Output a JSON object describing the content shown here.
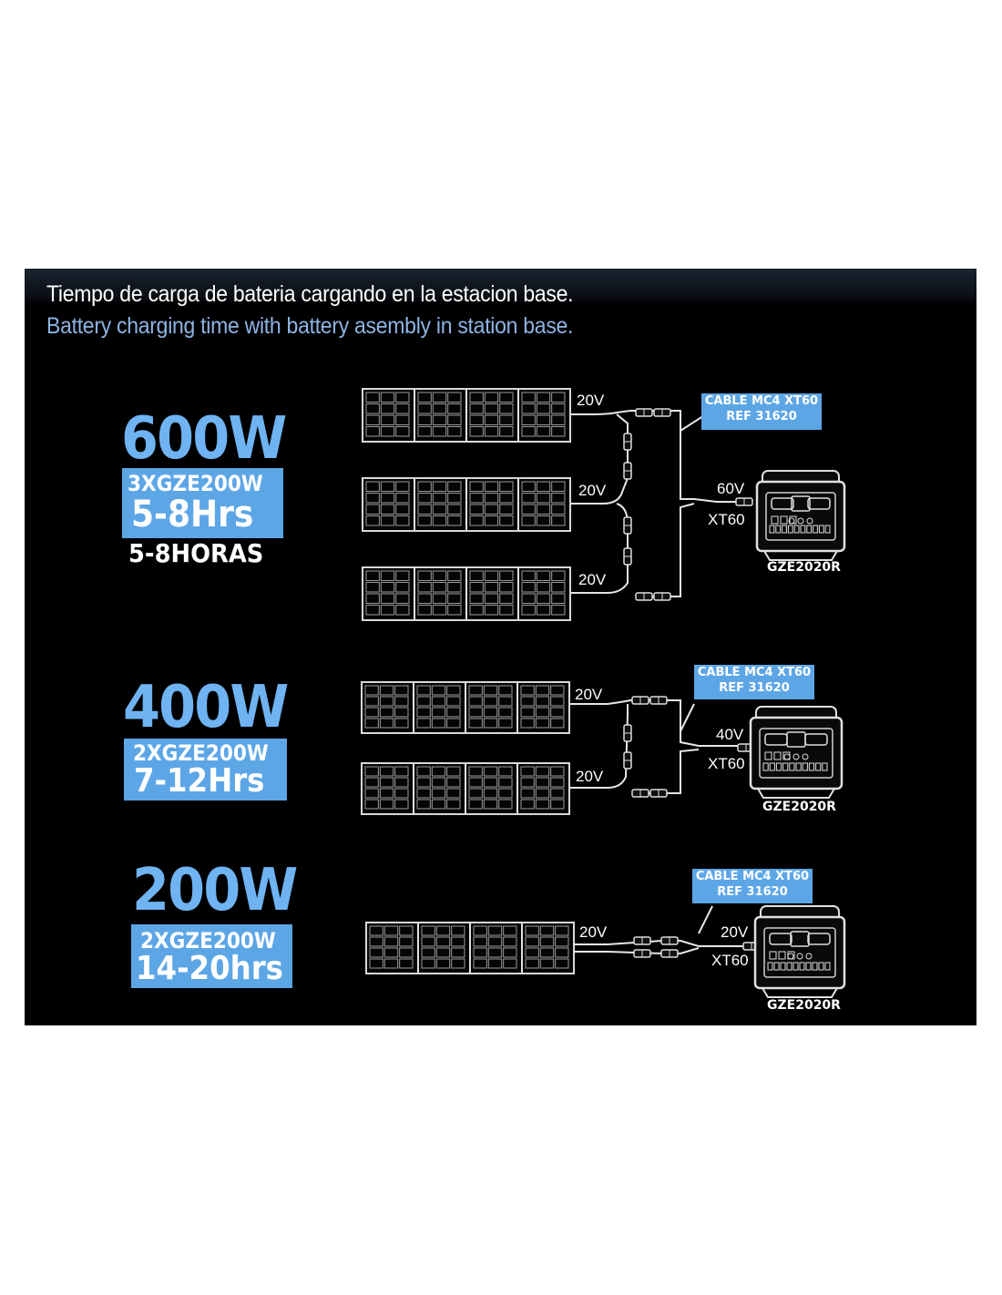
{
  "header": {
    "title_es": "Tiempo de carga de bateria cargando en la estacion base.",
    "title_en": "Battery charging time with battery asembly in station base."
  },
  "configs": [
    {
      "power": "600W",
      "panels": "3XGZE200W",
      "time": "5-8Hrs",
      "horas": "5-8HORAS",
      "panel_voltages": [
        "20V",
        "20V",
        "20V"
      ],
      "cable_line1": "CABLE MC4 XT60",
      "cable_line2": "REF 31620",
      "output_voltage": "60V",
      "connector": "XT60",
      "station_model": "GZE2020R"
    },
    {
      "power": "400W",
      "panels": "2XGZE200W",
      "time": "7-12Hrs",
      "panel_voltages": [
        "20V",
        "20V"
      ],
      "cable_line1": "CABLE MC4 XT60",
      "cable_line2": "REF 31620",
      "output_voltage": "40V",
      "connector": "XT60",
      "station_model": "GZE2020R"
    },
    {
      "power": "200W",
      "panels": "2XGZE200W",
      "time": "14-20hrs",
      "panel_voltages": [
        "20V"
      ],
      "cable_line1": "CABLE MC4 XT60",
      "cable_line2": "REF 31620",
      "output_voltage": "20V",
      "connector": "XT60",
      "station_model": "GZE2020R"
    }
  ],
  "colors": {
    "accent": "#5da6e6",
    "power_text": "#6fb3f2",
    "subtitle": "#8fb3e3",
    "background": "#000000"
  }
}
